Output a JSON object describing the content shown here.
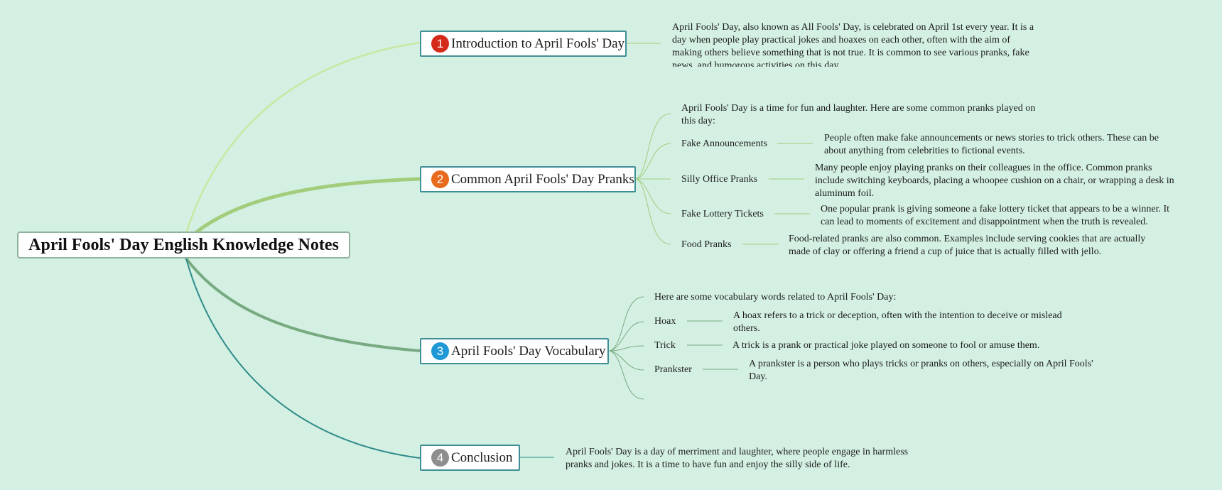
{
  "root": {
    "label": "April Fools' Day English Knowledge Notes"
  },
  "topics": [
    {
      "number": "1",
      "color": "#d42a1a",
      "label": "Introduction to April Fools' Day",
      "text": "April Fools' Day, also known as All Fools' Day, is celebrated on April 1st every year. It is a day when people play practical jokes and hoaxes on each other, often with the aim of making others believe something that is not true. It is common to see various pranks, fake news, and humorous activities on this day."
    },
    {
      "number": "2",
      "color": "#e86a1c",
      "label": "Common April Fools' Day Pranks",
      "intro": "April Fools' Day is a time for fun and laughter. Here are some common pranks played on this day:",
      "items": [
        {
          "label": "Fake Announcements",
          "text": "People often make fake announcements or news stories to trick others. These can be about anything from celebrities to fictional events."
        },
        {
          "label": "Silly Office Pranks",
          "text": "Many people enjoy playing pranks on their colleagues in the office. Common pranks include switching keyboards, placing a whoopee cushion on a chair, or wrapping a desk in aluminum foil."
        },
        {
          "label": "Fake Lottery Tickets",
          "text": "One popular prank is giving someone a fake lottery ticket that appears to be a winner. It can lead to moments of excitement and disappointment when the truth is revealed."
        },
        {
          "label": "Food Pranks",
          "text": "Food-related pranks are also common. Examples include serving cookies that are actually made of clay or offering a friend a cup of juice that is actually filled with jello."
        }
      ]
    },
    {
      "number": "3",
      "color": "#1f98d6",
      "label": "April Fools' Day Vocabulary",
      "intro": "Here are some vocabulary words related to April Fools' Day:",
      "items": [
        {
          "label": "Hoax",
          "text": "A hoax refers to a trick or deception, often with the intention to deceive or mislead others."
        },
        {
          "label": "Trick",
          "text": "A trick is a prank or practical joke played on someone to fool or amuse them."
        },
        {
          "label": "Prankster",
          "text": "A prankster is a person who plays tricks or pranks on others, especially on April Fools' Day."
        }
      ]
    },
    {
      "number": "4",
      "color": "#8e8e8e",
      "label": "Conclusion",
      "text": "April Fools' Day is a day of merriment and laughter, where people engage in harmless pranks and jokes. It is a time to have fun and enjoy the silly side of life."
    }
  ]
}
